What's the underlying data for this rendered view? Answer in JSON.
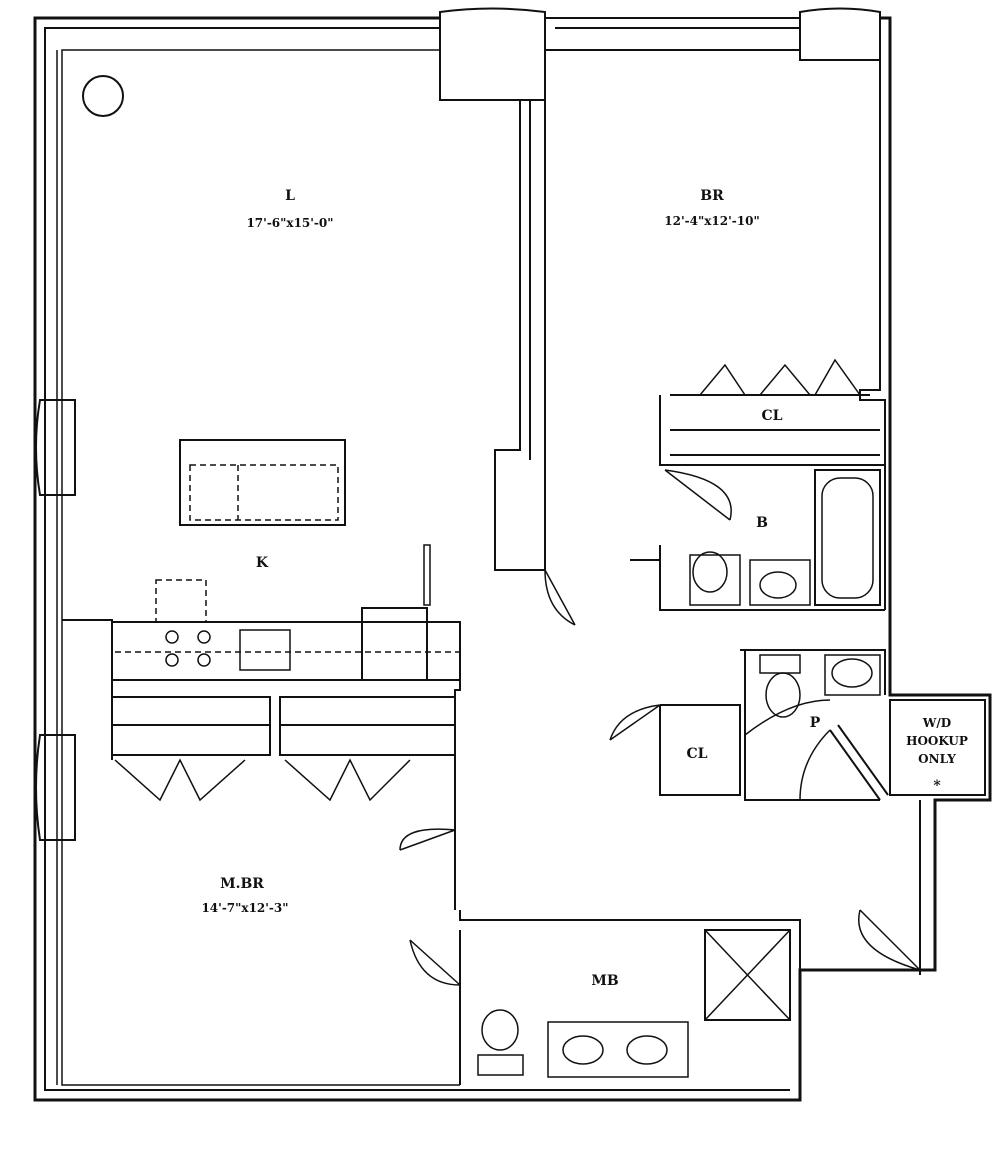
{
  "rooms": {
    "living": {
      "label": "L",
      "dimensions": "17'-6\"x15'-0\""
    },
    "bedroom": {
      "label": "BR",
      "dimensions": "12'-4\"x12'-10\""
    },
    "bedroom_closet": {
      "label": "CL"
    },
    "bath": {
      "label": "B"
    },
    "kitchen": {
      "label": "K"
    },
    "powder": {
      "label": "P"
    },
    "hall_closet": {
      "label": "CL"
    },
    "laundry": {
      "lines": [
        "W/D",
        "HOOKUP",
        "ONLY"
      ]
    },
    "master_bedroom": {
      "label": "M.BR",
      "dimensions": "14'-7\"x12'-3\""
    },
    "master_bath": {
      "label": "MB"
    }
  }
}
